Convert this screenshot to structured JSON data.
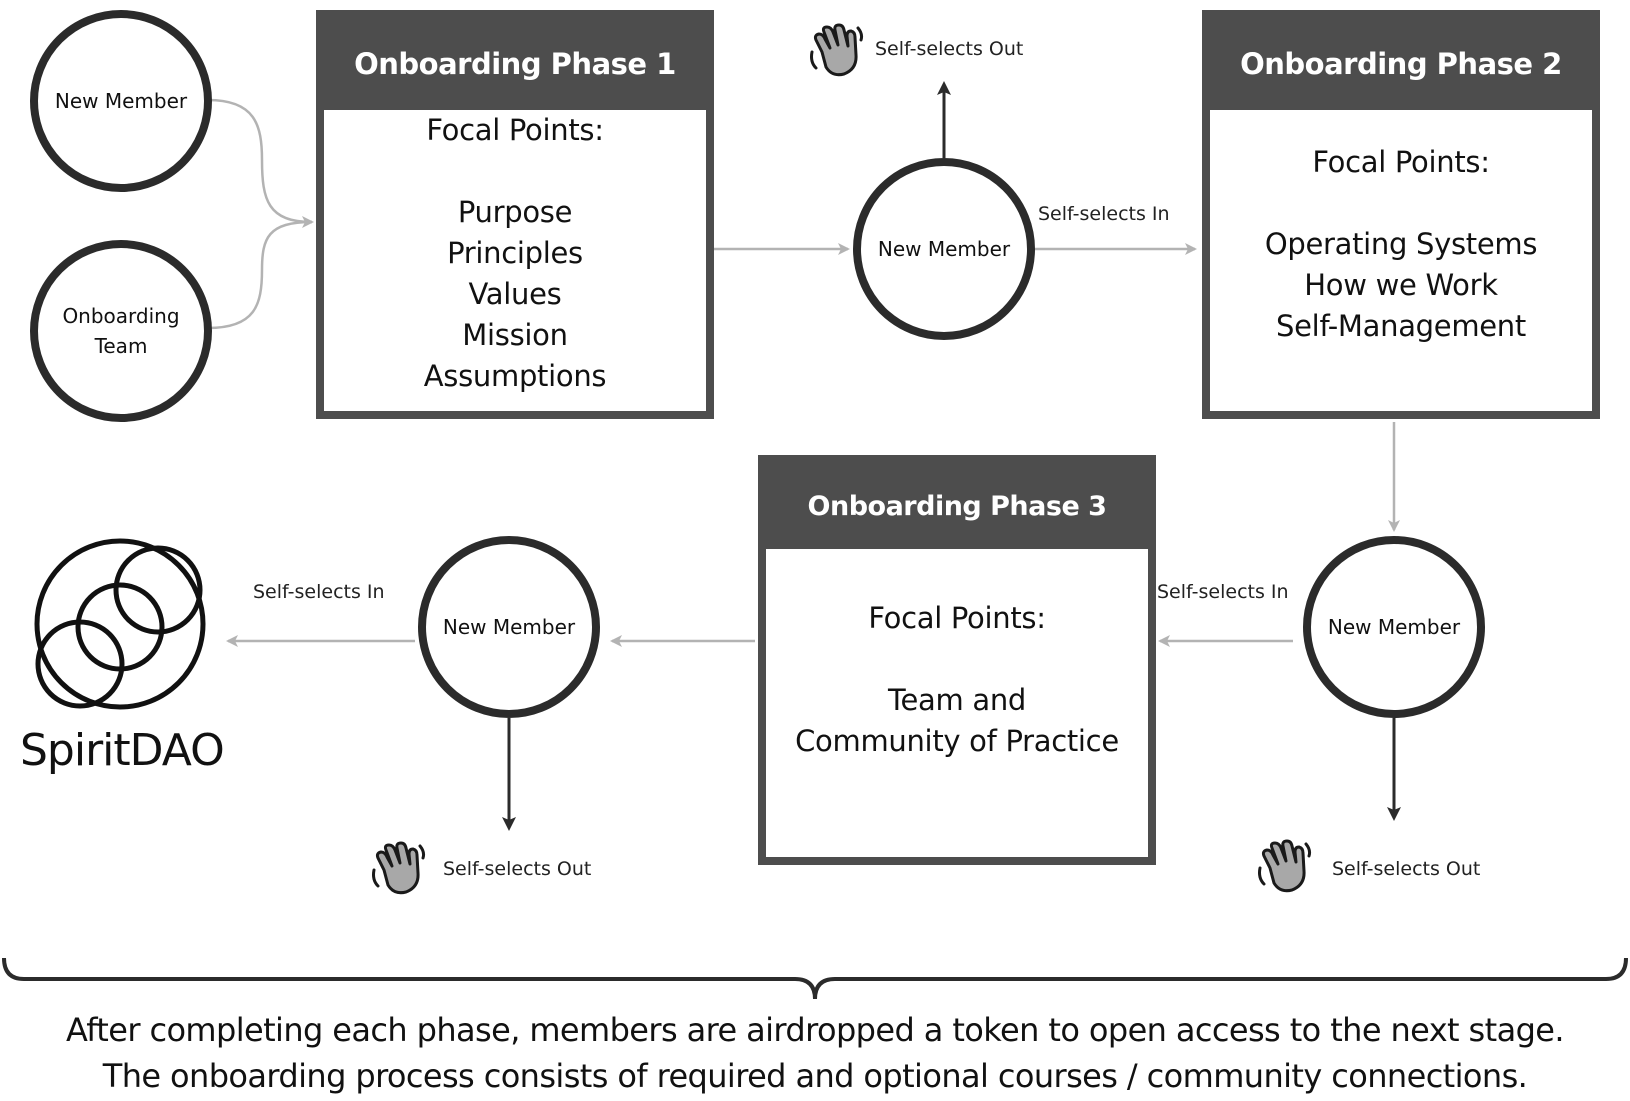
{
  "input_nodes": {
    "new_member": "New Member",
    "onboarding_team": "Onboarding Team"
  },
  "phase1": {
    "title": "Onboarding Phase 1",
    "heading": "Focal Points:",
    "items": [
      "Purpose",
      "Principles",
      "Values",
      "Mission",
      "Assumptions"
    ]
  },
  "phase2": {
    "title": "Onboarding Phase 2",
    "heading": "Focal Points:",
    "items": [
      "Operating Systems",
      "How we Work",
      "Self-Management"
    ]
  },
  "phase3": {
    "title": "Onboarding Phase 3",
    "heading": "Focal Points:",
    "items": [
      "Team and",
      "Community of Practice"
    ]
  },
  "nodes": {
    "member_after_p1": "New Member",
    "member_after_p2": "New Member",
    "member_after_p3": "New Member"
  },
  "labels": {
    "self_in": "Self-selects In",
    "self_out": "Self-selects Out"
  },
  "logo": {
    "name": "SpiritDAO"
  },
  "caption": {
    "line1": "After completing each phase, members are airdropped a token to open access to the next stage.",
    "line2": "The onboarding process consists of required and optional courses / community connections."
  },
  "icons": {
    "wave": "waving-hand-icon",
    "logo": "spiritdao-logo-icon"
  },
  "colors": {
    "header": "#4d4d4d",
    "circle_stroke": "#2b2b2b",
    "connector": "#b3b3b3",
    "arrow_dark": "#2b2b2b"
  }
}
